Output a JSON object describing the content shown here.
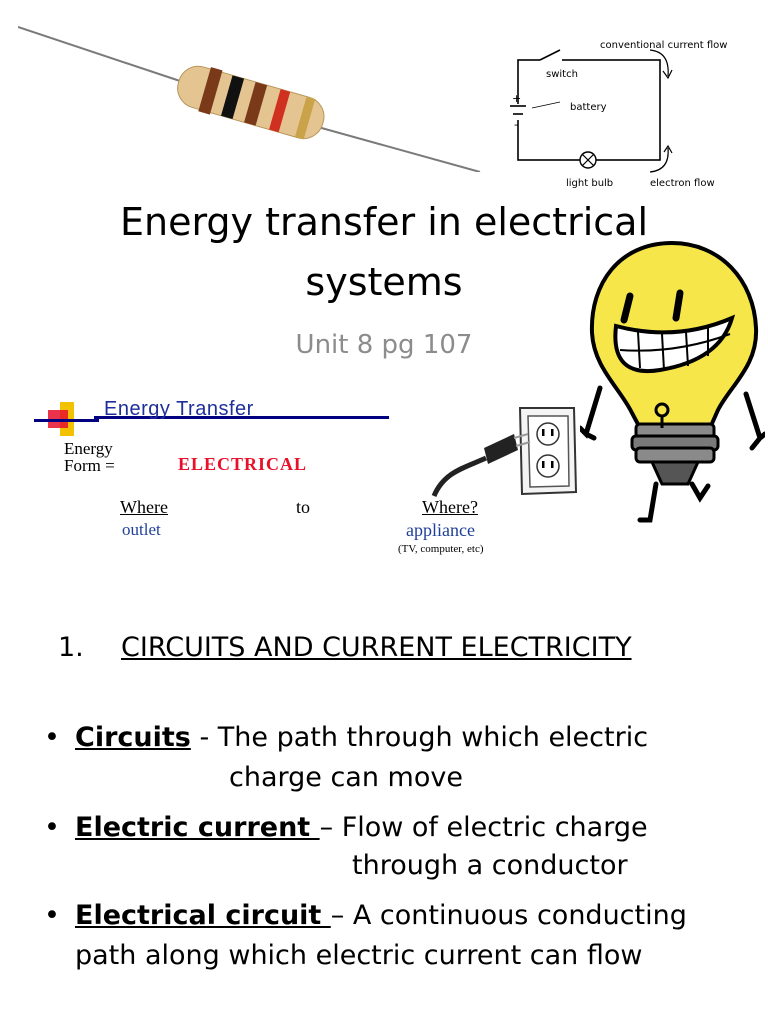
{
  "slide": {
    "title_line1": "Energy transfer in electrical",
    "title_line2": "systems",
    "subtitle": "Unit 8 pg 107"
  },
  "circuit_diagram": {
    "conventional_label": "conventional current flow",
    "switch_label": "switch",
    "battery_label": "battery",
    "plus": "+",
    "minus": "-",
    "bulb_label": "light bulb",
    "electron_label": "electron flow"
  },
  "energy_transfer": {
    "title": "Energy Transfer",
    "form_line1": "Energy",
    "form_line2": "Form =",
    "form_value": "ELECTRICAL",
    "where_from": "Where",
    "to": "to",
    "where_to": "Where?",
    "from_value": "outlet",
    "to_value": "appliance",
    "note": "(TV, computer, etc)"
  },
  "section": {
    "number": "1.",
    "heading": "CIRCUITS AND CURRENT ELECTRICITY"
  },
  "definitions": [
    {
      "bullet": "•",
      "term": "Circuits",
      "line1": " - The path through which electric",
      "line2": "charge can move"
    },
    {
      "bullet": "•",
      "term": "Electric current ",
      "line1": "– Flow of electric charge",
      "line2": "through a conductor"
    },
    {
      "bullet": "•",
      "term": "Electrical circuit ",
      "line1": "– A continuous conducting",
      "line2": "path along which electric current can flow"
    }
  ],
  "colors": {
    "subtitle": "#8c8c8c",
    "energy_title": "#1f2f9a",
    "electrical_red": "#e8102b",
    "bulb_yellow": "#f6e64a"
  }
}
